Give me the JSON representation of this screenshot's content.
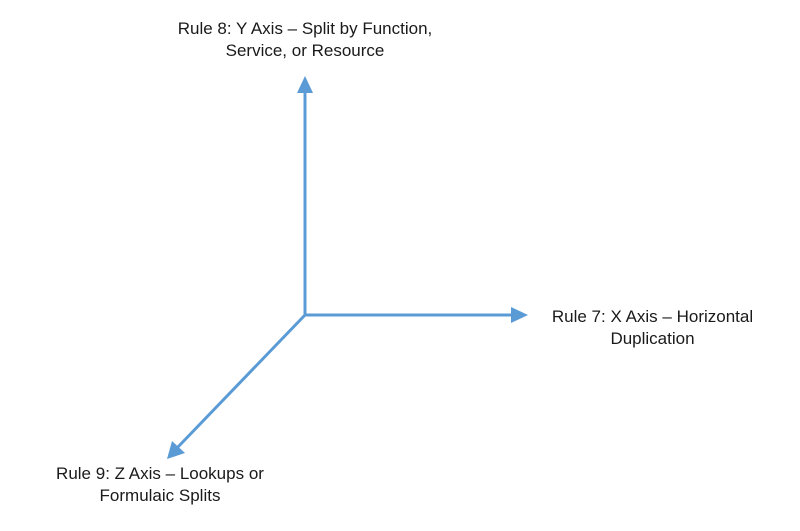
{
  "diagram": {
    "line_color": "#5b9bd5",
    "axes": {
      "y": {
        "line1": "Rule 8: Y Axis – Split by Function,",
        "line2": "Service, or Resource"
      },
      "x": {
        "line1": "Rule 7: X Axis – Horizontal",
        "line2": "Duplication"
      },
      "z": {
        "line1": "Rule 9: Z Axis – Lookups or",
        "line2": "Formulaic Splits"
      }
    }
  }
}
